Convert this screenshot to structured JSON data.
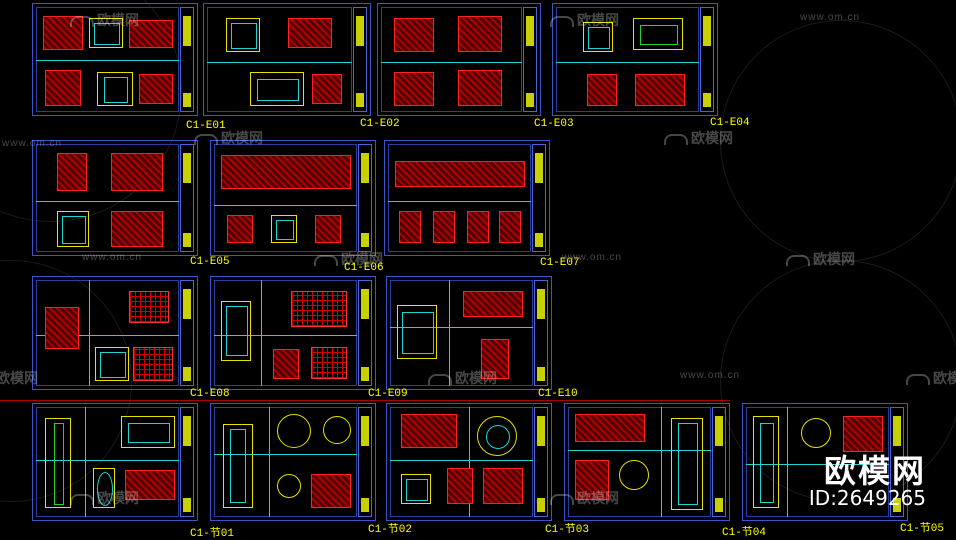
{
  "watermark": {
    "url": "www.om.cn",
    "brand": "欧模网"
  },
  "brand_overlay": {
    "name": "欧模网",
    "id": "ID:2649265"
  },
  "sheets": [
    {
      "label": "C1-E01"
    },
    {
      "label": "C1-E02"
    },
    {
      "label": "C1-E03"
    },
    {
      "label": "C1-E04"
    },
    {
      "label": "C1-E05"
    },
    {
      "label": "C1-E06"
    },
    {
      "label": "C1-E07"
    },
    {
      "label": "C1-E08"
    },
    {
      "label": "C1-E09"
    },
    {
      "label": "C1-E10"
    },
    {
      "label": "C1-节01"
    },
    {
      "label": "C1-节02"
    },
    {
      "label": "C1-节03"
    },
    {
      "label": "C1-节04"
    },
    {
      "label": "C1-节05"
    }
  ],
  "colors": {
    "background": "#000000",
    "sheet_border": "#3a55c8",
    "label": "#ffff00",
    "drawing_red": "#ff2020",
    "drawing_yellow": "#e8e000",
    "drawing_cyan": "#1fd3d3"
  }
}
